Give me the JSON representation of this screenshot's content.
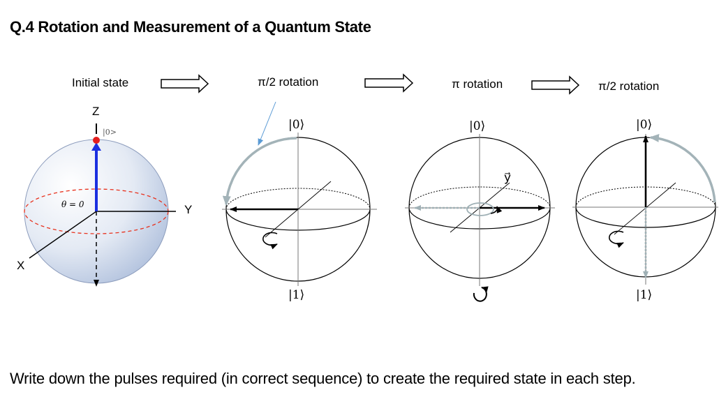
{
  "title": "Q.4 Rotation and Measurement of a Quantum State",
  "stages": [
    {
      "label": "Initial state"
    },
    {
      "label": "π/2 rotation"
    },
    {
      "label": "π rotation"
    },
    {
      "label": "π/2 rotation"
    }
  ],
  "bloch_initial": {
    "axis_z": "Z",
    "axis_y": "Y",
    "axis_x": "X",
    "state_label": "|0>",
    "theta_label": "θ = 0"
  },
  "sphere_kets": {
    "zero": "|0⟩",
    "one": "|1⟩"
  },
  "vector_y_label": "y⃗",
  "footer": "Write down the pulses required (in correct sequence) to create the required state in each step.",
  "colors": {
    "state_vector": "#1a2fe0",
    "state_point": "#e31e1e",
    "equator_dashed": "#e8321e",
    "rotation_arc": "#a3b3b8",
    "arrow_callout": "#5b9bd5",
    "sphere_shade": "#aebfdc"
  }
}
